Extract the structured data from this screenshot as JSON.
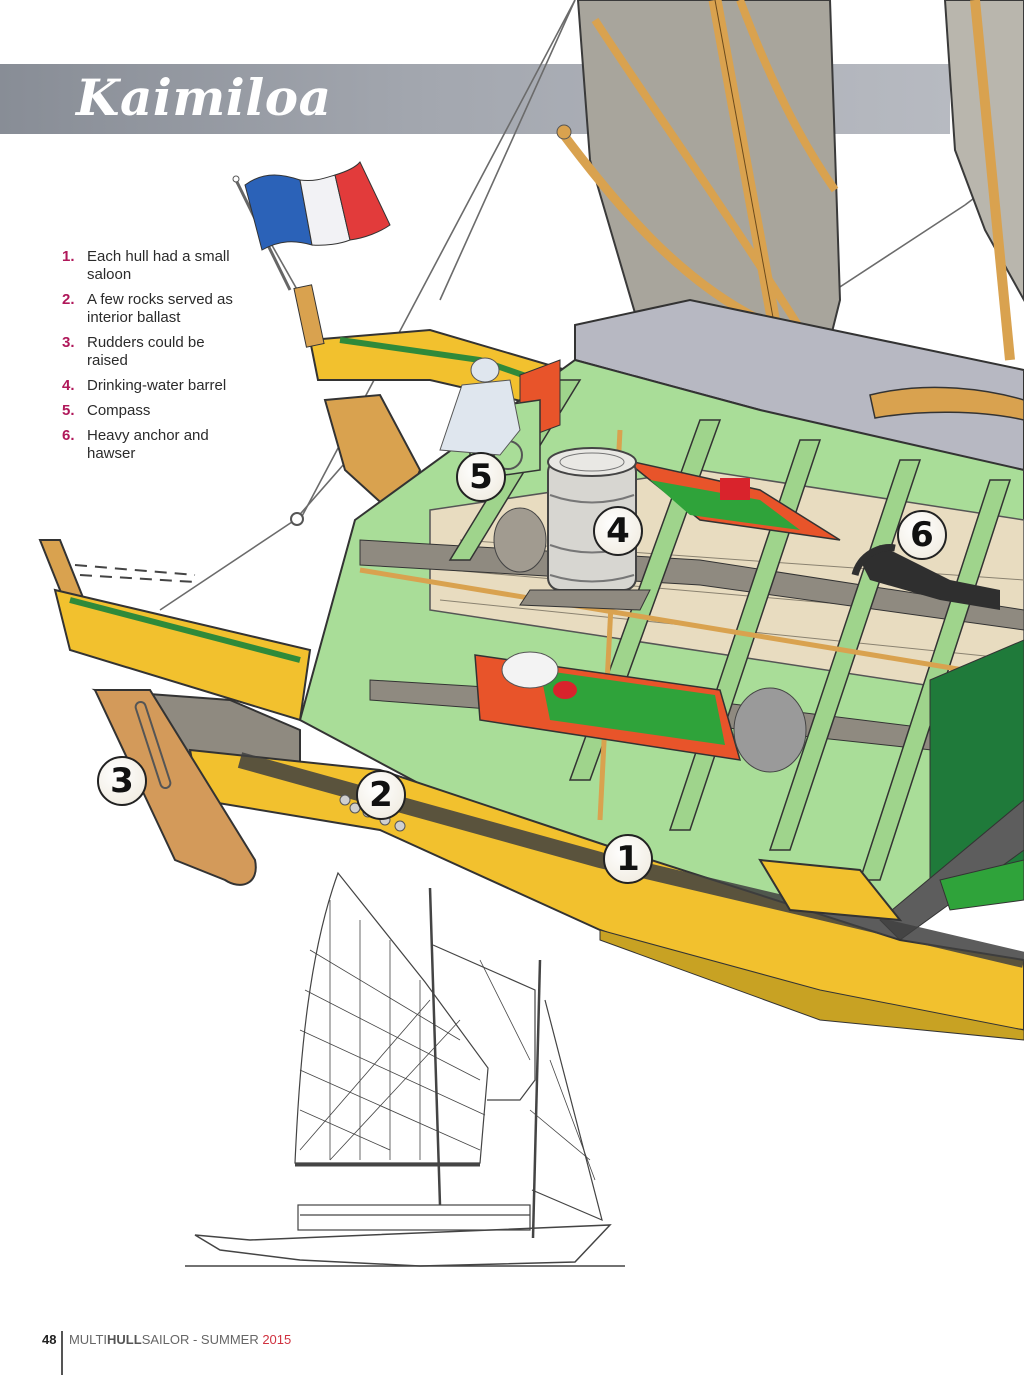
{
  "page": {
    "title": "Kaimiloa",
    "colors": {
      "title_band": "#a3a7af",
      "legend_number": "#b0185a",
      "footer_year": "#d0313f",
      "hull_yellow": "#f2c12e",
      "interior_green": "#a9dd98",
      "sail_gray": "#a8a59c",
      "spar_wood": "#d9a24f"
    }
  },
  "legend": {
    "items": [
      {
        "num": "1.",
        "text": "Each hull had a small saloon"
      },
      {
        "num": "2.",
        "text": "A few rocks served as interior ballast"
      },
      {
        "num": "3.",
        "text": "Rudders could be raised"
      },
      {
        "num": "4.",
        "text": "Drinking-water barrel"
      },
      {
        "num": "5.",
        "text": "Compass"
      },
      {
        "num": "6.",
        "text": "Heavy anchor and hawser"
      }
    ]
  },
  "callouts": [
    "1",
    "2",
    "3",
    "4",
    "5",
    "6"
  ],
  "illustration": {
    "main": "cutaway-hull-illustration",
    "flag": "french-tricolor-flag",
    "profile": "sail-plan-line-drawing"
  },
  "footer": {
    "page_number": "48",
    "magazine_light_1": "MULTI",
    "magazine_bold": "HULL",
    "magazine_light_2": "SAILOR",
    "separator": " - SUMMER ",
    "year": "2015"
  }
}
